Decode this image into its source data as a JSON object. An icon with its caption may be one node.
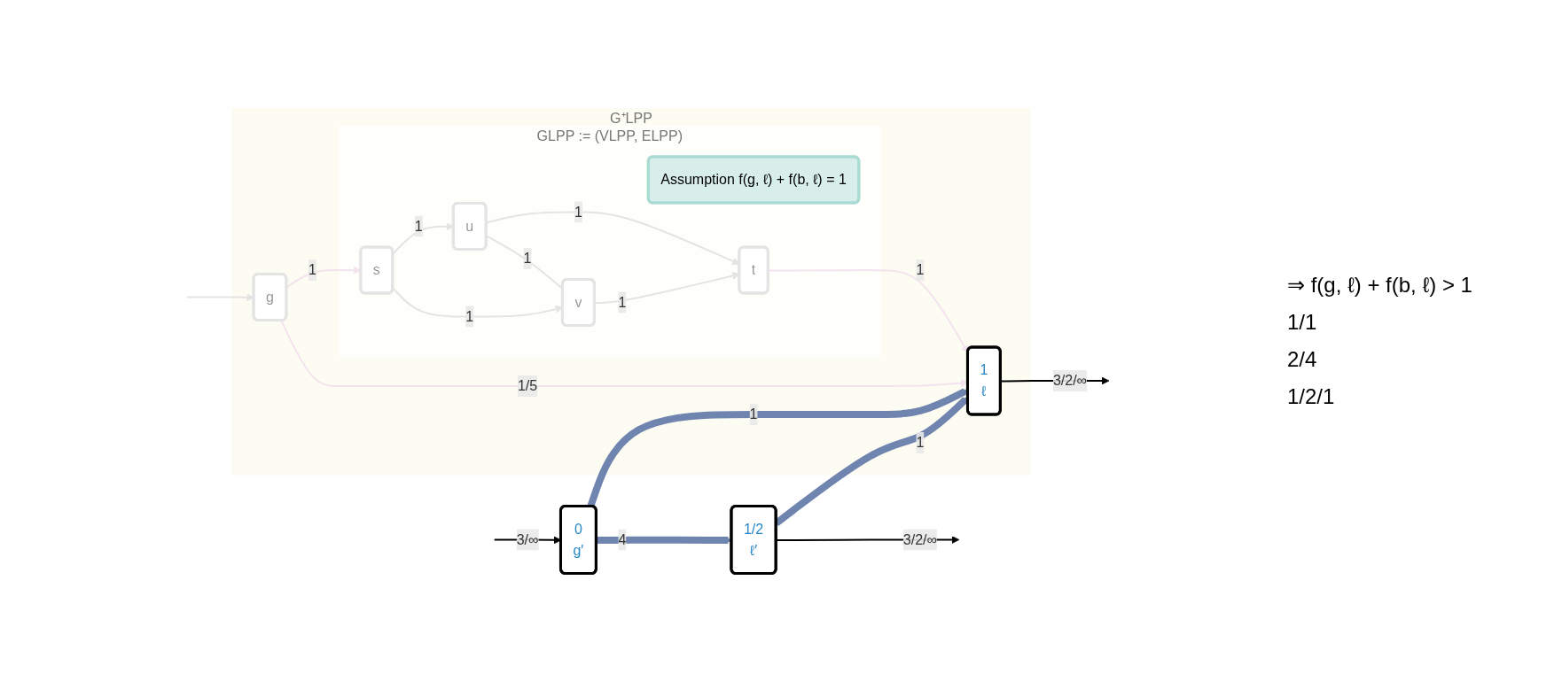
{
  "diagram": {
    "nodes": [
      {
        "text": [
          "G⁺LPP"
        ]
      },
      {
        "text": [
          "GLPP := (VLPP, ELPP)"
        ],
        "in": 0
      },
      {
        "text": [
          "u"
        ],
        "in": 1
      },
      {
        "text": [
          "s"
        ],
        "in": 1
      },
      {
        "text": [
          "g"
        ],
        "in": 0
      },
      {
        "text": [
          "0",
          "g′"
        ]
      },
      {
        "text": [
          "Assumption f(g, ℓ) + f(b, ℓ) = 1"
        ],
        "in": 1
      },
      {
        "text": [
          "t"
        ],
        "in": 1
      },
      {
        "text": [
          "v"
        ],
        "in": 1
      },
      {
        "text": [
          "1",
          "ℓ"
        ],
        "in": 0
      },
      {
        "text": [
          "1/2",
          "ℓ′"
        ]
      }
    ],
    "edges": [
      {
        "from": 3,
        "to": 2,
        "arrow": "to",
        "label": "1"
      },
      {
        "from": 4,
        "to": 3,
        "arrow": "to",
        "label": "1",
        "color": "#f3e3ef"
      },
      {
        "from": null,
        "to": 4,
        "arrow": "to"
      },
      {
        "from": 3,
        "to": 8,
        "arrow": "to",
        "label": "1"
      },
      {
        "from": 2,
        "to": 7,
        "arrow": "to",
        "label": "1"
      },
      {
        "from": 2,
        "to": 8,
        "arrow": "none",
        "label": "1"
      },
      {
        "from": 8,
        "to": 7,
        "arrow": "to",
        "label": "1"
      },
      {
        "from": 4,
        "to": 9,
        "arrow": "to",
        "label": "1/5",
        "color": "#f3e3ef"
      },
      {
        "from": 7,
        "to": 9,
        "arrow": "to",
        "label": "1",
        "color": "#f3e3ef"
      },
      {
        "from": 5,
        "to": 9,
        "arrow": "to",
        "label": "1",
        "style": "thick",
        "color": "#6f84ae"
      },
      {
        "from": 5,
        "to": 10,
        "arrow": "to",
        "label": "4",
        "style": "thick",
        "color": "#6f84ae"
      },
      {
        "from": 10,
        "to": 9,
        "arrow": "to",
        "label": "1",
        "style": "thick",
        "color": "#6f84ae"
      },
      {
        "from": null,
        "to": 5,
        "arrow": "to",
        "label": "3/∞",
        "color": "#000000"
      },
      {
        "from": 9,
        "to": null,
        "arrow": "to",
        "label": "3/2/∞",
        "color": "#000000"
      },
      {
        "from": 10,
        "to": null,
        "arrow": "to",
        "label": "3/2/∞",
        "color": "#000000"
      }
    ],
    "labels": [
      "⇒ f(g, ℓ) + f(b, ℓ) > 1",
      "1/1",
      "2/4",
      "1/2/1"
    ]
  }
}
